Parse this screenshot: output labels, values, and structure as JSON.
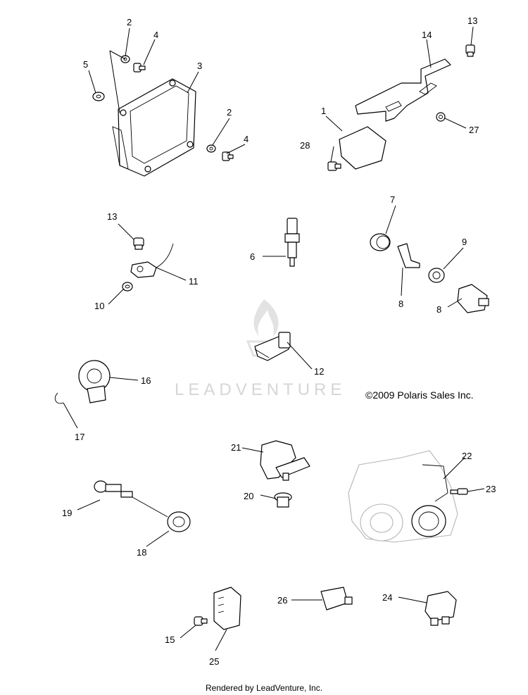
{
  "callouts": {
    "c1": "1",
    "c2a": "2",
    "c2b": "2",
    "c3": "3",
    "c4a": "4",
    "c4b": "4",
    "c5": "5",
    "c6": "6",
    "c7": "7",
    "c8a": "8",
    "c8b": "8",
    "c9": "9",
    "c10": "10",
    "c11": "11",
    "c12": "12",
    "c13a": "13",
    "c13b": "13",
    "c14": "14",
    "c15": "15",
    "c16": "16",
    "c17": "17",
    "c18": "18",
    "c19": "19",
    "c20": "20",
    "c21": "21",
    "c22": "22",
    "c23": "23",
    "c24": "24",
    "c25": "25",
    "c26": "26",
    "c27": "27",
    "c28": "28"
  },
  "watermark": {
    "text": "LEADVENTURE",
    "logo_icon": "flame-logo-icon"
  },
  "copyright": "©2009 Polaris Sales Inc.",
  "footer": "Rendered by LeadVenture, Inc."
}
